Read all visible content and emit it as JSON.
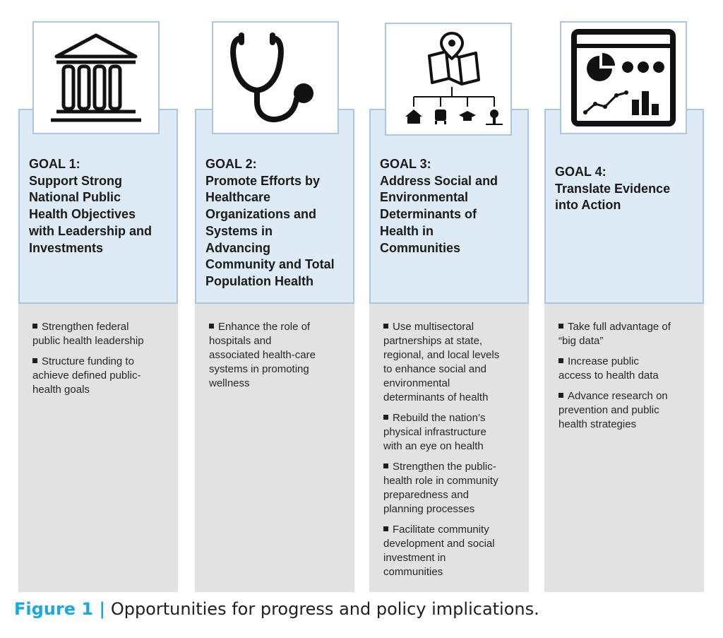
{
  "goals": [
    {
      "icon": "columns-building-icon",
      "title_lines": [
        "GOAL 1:",
        "Support Strong",
        "National Public",
        "Health Objectives",
        "with Leadership and",
        "Investments"
      ],
      "bullets": [
        [
          "Strengthen federal",
          "public health leadership"
        ],
        [
          "Structure funding to",
          "achieve defined public-",
          "health goals"
        ]
      ]
    },
    {
      "icon": "stethoscope-icon",
      "title_lines": [
        "GOAL 2:",
        "Promote Efforts by",
        "Healthcare",
        "Organizations and",
        "Systems in",
        "Advancing",
        "Community and Total",
        "Population Health"
      ],
      "bullets": [
        [
          "Enhance the role of",
          "hospitals and",
          "associated health-care",
          "systems in promoting",
          "wellness"
        ]
      ]
    },
    {
      "icon": "map-network-icon",
      "title_lines": [
        "GOAL 3:",
        "Address Social and",
        "Environmental",
        "Determinants of",
        "Health in",
        "Communities"
      ],
      "bullets": [
        [
          "Use multisectoral",
          "partnerships at state,",
          "regional, and local levels",
          "to enhance social and",
          "environmental",
          "determinants of health"
        ],
        [
          "Rebuild the nation’s",
          "physical infrastructure",
          "with an eye on health"
        ],
        [
          "Strengthen the public-",
          "health role in community",
          "preparedness and",
          "planning processes"
        ],
        [
          "Facilitate community",
          "development and social",
          "investment in",
          "communities"
        ]
      ]
    },
    {
      "icon": "data-dashboard-icon",
      "title_lines": [
        "GOAL 4:",
        "Translate Evidence",
        "into Action"
      ],
      "bullets": [
        [
          "Take full advantage of",
          "“big data”"
        ],
        [
          "Increase public",
          "access to health data"
        ],
        [
          "Advance research on",
          "prevention and public",
          "health strategies"
        ]
      ]
    }
  ],
  "caption": {
    "label": "Figure 1 |",
    "text": " Opportunities for progress and policy implications."
  },
  "colors": {
    "goal_bg": "#deebf7",
    "goal_border": "#a9c6e3",
    "list_bg": "#e2e2e2",
    "caption_accent": "#1aa8de"
  }
}
